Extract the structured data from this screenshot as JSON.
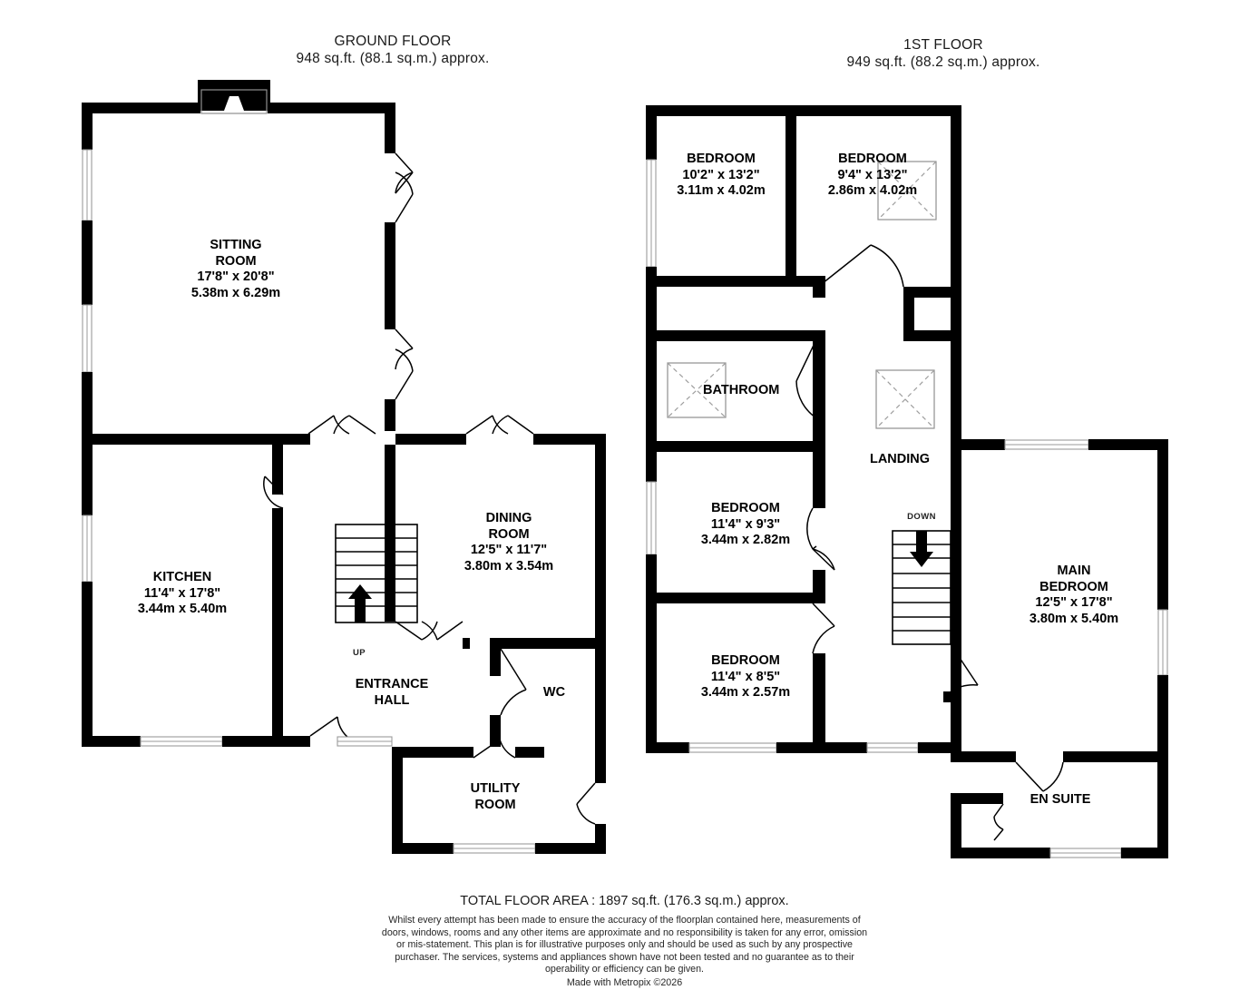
{
  "document_type": "floorplan",
  "floors": [
    {
      "id": "ground",
      "title": "GROUND FLOOR",
      "area": "948 sq.ft. (88.1 sq.m.) approx.",
      "rooms": [
        {
          "id": "sitting-room",
          "name_line1": "SITTING",
          "name_line2": "ROOM",
          "imperial": "17'8\"  x 20'8\"",
          "metric": "5.38m  x 6.29m"
        },
        {
          "id": "kitchen",
          "name_line1": "KITCHEN",
          "name_line2": "",
          "imperial": "11'4\"  x 17'8\"",
          "metric": "3.44m  x 5.40m"
        },
        {
          "id": "dining-room",
          "name_line1": "DINING",
          "name_line2": "ROOM",
          "imperial": "12'5\"  x 11'7\"",
          "metric": "3.80m  x 3.54m"
        },
        {
          "id": "entrance-hall",
          "name_line1": "ENTRANCE",
          "name_line2": "HALL",
          "imperial": "",
          "metric": ""
        },
        {
          "id": "wc",
          "name_line1": "WC",
          "name_line2": "",
          "imperial": "",
          "metric": ""
        },
        {
          "id": "utility-room",
          "name_line1": "UTILITY",
          "name_line2": "ROOM",
          "imperial": "",
          "metric": ""
        }
      ],
      "stair_note": "UP"
    },
    {
      "id": "first",
      "title": "1ST FLOOR",
      "area": "949 sq.ft. (88.2 sq.m.) approx.",
      "rooms": [
        {
          "id": "bedroom-front-left",
          "name_line1": "BEDROOM",
          "name_line2": "",
          "imperial": "10'2\"  x 13'2\"",
          "metric": "3.11m  x 4.02m"
        },
        {
          "id": "bedroom-front-right",
          "name_line1": "BEDROOM",
          "name_line2": "",
          "imperial": "9'4\"  x 13'2\"",
          "metric": "2.86m  x 4.02m"
        },
        {
          "id": "bathroom",
          "name_line1": "BATHROOM",
          "name_line2": "",
          "imperial": "",
          "metric": ""
        },
        {
          "id": "landing",
          "name_line1": "LANDING",
          "name_line2": "",
          "imperial": "",
          "metric": ""
        },
        {
          "id": "bedroom-mid-left",
          "name_line1": "BEDROOM",
          "name_line2": "",
          "imperial": "11'4\"  x 9'3\"",
          "metric": "3.44m  x 2.82m"
        },
        {
          "id": "bedroom-rear-left",
          "name_line1": "BEDROOM",
          "name_line2": "",
          "imperial": "11'4\"  x 8'5\"",
          "metric": "3.44m  x 2.57m"
        },
        {
          "id": "main-bedroom",
          "name_line1": "MAIN",
          "name_line2": "BEDROOM",
          "imperial": "12'5\"  x 17'8\"",
          "metric": "3.80m  x 5.40m"
        },
        {
          "id": "en-suite",
          "name_line1": "EN SUITE",
          "name_line2": "",
          "imperial": "",
          "metric": ""
        }
      ],
      "stair_note": "DOWN"
    }
  ],
  "footer": {
    "total_area": "TOTAL FLOOR AREA : 1897 sq.ft. (176.3 sq.m.) approx.",
    "disclaimer": "Whilst every attempt has been made to ensure the accuracy of the floorplan contained here, measurements of doors, windows, rooms and any other items are approximate and no responsibility is taken for any error, omission or mis-statement. This plan is for illustrative purposes only and should be used as such by any prospective purchaser. The services, systems and appliances shown have not been tested and no guarantee as to their operability or efficiency can be given.",
    "credit": "Made with Metropix ©2026"
  },
  "colors": {
    "wall": "#000000",
    "background": "#ffffff",
    "window": "#ffffff",
    "fixture_dash": "#999999",
    "text": "#000000"
  }
}
